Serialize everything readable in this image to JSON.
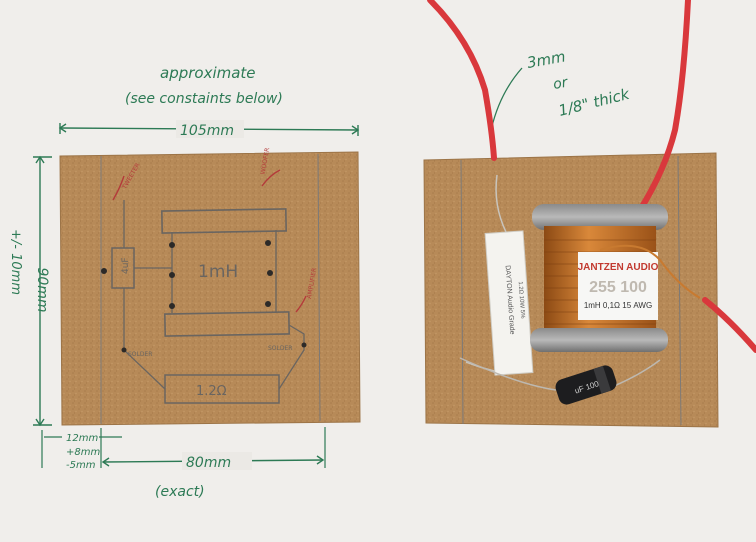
{
  "annotations": {
    "approximate": "approximate",
    "constraints_note": "(see constaints below)",
    "width_dim": "105mm",
    "height_dim": "90mm",
    "height_tol": "+/- 10mm",
    "margin_dim": "12mm",
    "tol_plus": "+8mm",
    "tol_minus": "-5mm",
    "spacing_dim": "80mm",
    "exact": "(exact)",
    "thick_1": "3mm",
    "thick_2": "or",
    "thick_3": "1/8\" thick"
  },
  "sketch": {
    "inductor": "1mH",
    "capacitor": "4uF",
    "resistor": "1.2Ω",
    "solder_left": "SOLDER",
    "solder_right": "SOLDER",
    "wire_tweeter": "TWEETER",
    "wire_woofer": "WOOFER",
    "wire_amp": "AMPLIFIER"
  },
  "parts": {
    "coil_brand": "JANTZEN AUDIO",
    "coil_number": "255 100",
    "coil_spec": "1mH 0,1Ω 15 AWG",
    "resistor_brand": "DAYTON Audio Grade",
    "resistor_spec": "1.2Ω 10W 5%",
    "cap_text": "uF 100"
  }
}
